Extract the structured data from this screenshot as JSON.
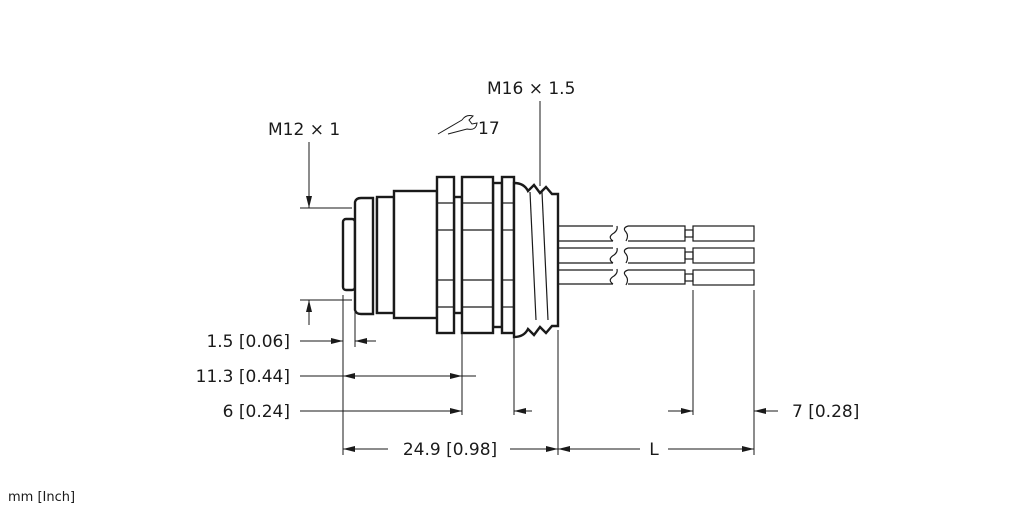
{
  "drawing": {
    "thread_label_large": "M16 × 1.5",
    "thread_label_small": "M12 × 1",
    "wrench_size": "17",
    "dimensions": {
      "d1": "1.5 [0.06]",
      "d2": "11.3 [0.44]",
      "d3": "6 [0.24]",
      "d4": "24.9 [0.98]",
      "length": "L",
      "strip": "7 [0.28]"
    },
    "units_note": "mm [Inch]"
  }
}
